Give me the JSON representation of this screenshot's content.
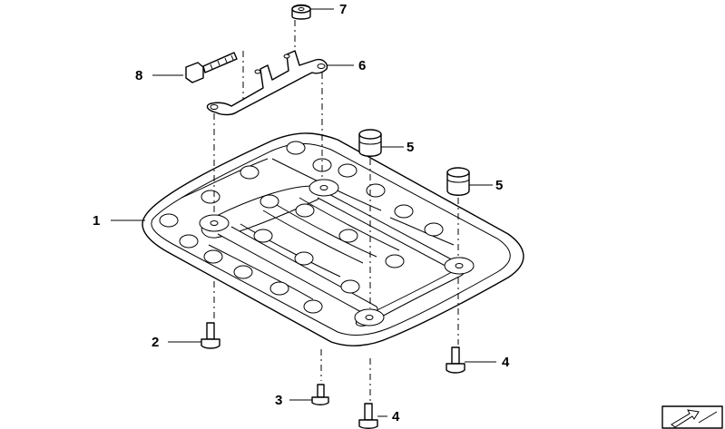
{
  "diagram": {
    "callouts": [
      {
        "id": "c1",
        "label": "1"
      },
      {
        "id": "c2",
        "label": "2"
      },
      {
        "id": "c3",
        "label": "3"
      },
      {
        "id": "c4a",
        "label": "4"
      },
      {
        "id": "c4b",
        "label": "4"
      },
      {
        "id": "c5a",
        "label": "5"
      },
      {
        "id": "c5b",
        "label": "5"
      },
      {
        "id": "c6",
        "label": "6"
      },
      {
        "id": "c7",
        "label": "7"
      },
      {
        "id": "c8",
        "label": "8"
      }
    ]
  }
}
